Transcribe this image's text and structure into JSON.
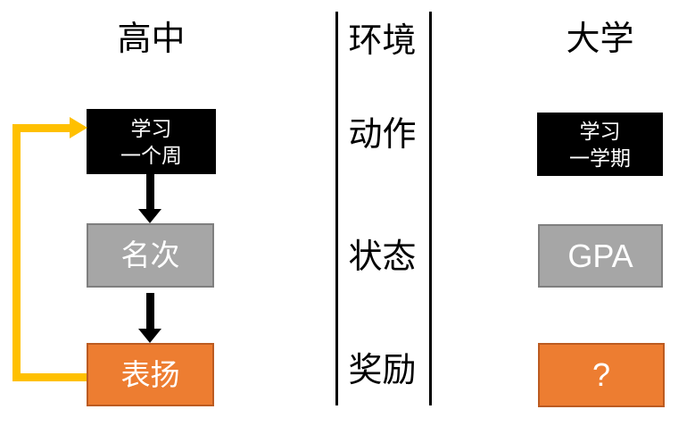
{
  "diagram": {
    "left_column": {
      "title": "高中",
      "action_box": {
        "line1": "学习",
        "line2": "一个周"
      },
      "state_box": "名次",
      "reward_box": "表扬"
    },
    "middle_column": {
      "environment_label": "环境",
      "action_label": "动作",
      "state_label": "状态",
      "reward_label": "奖励"
    },
    "right_column": {
      "title": "大学",
      "action_box": {
        "line1": "学习",
        "line2": "一学期"
      },
      "state_box": "GPA",
      "reward_box": "?"
    },
    "colors": {
      "action_box_bg": "#000000",
      "action_box_text": "#ffffff",
      "state_box_bg": "#a6a6a6",
      "state_box_border": "#7f7f7f",
      "reward_box_bg": "#ed7d31",
      "reward_box_border": "#bc5b21",
      "flow_arrow": "#000000",
      "feedback_arrow": "#ffc000",
      "divider_line": "#000000",
      "background": "#ffffff"
    }
  }
}
